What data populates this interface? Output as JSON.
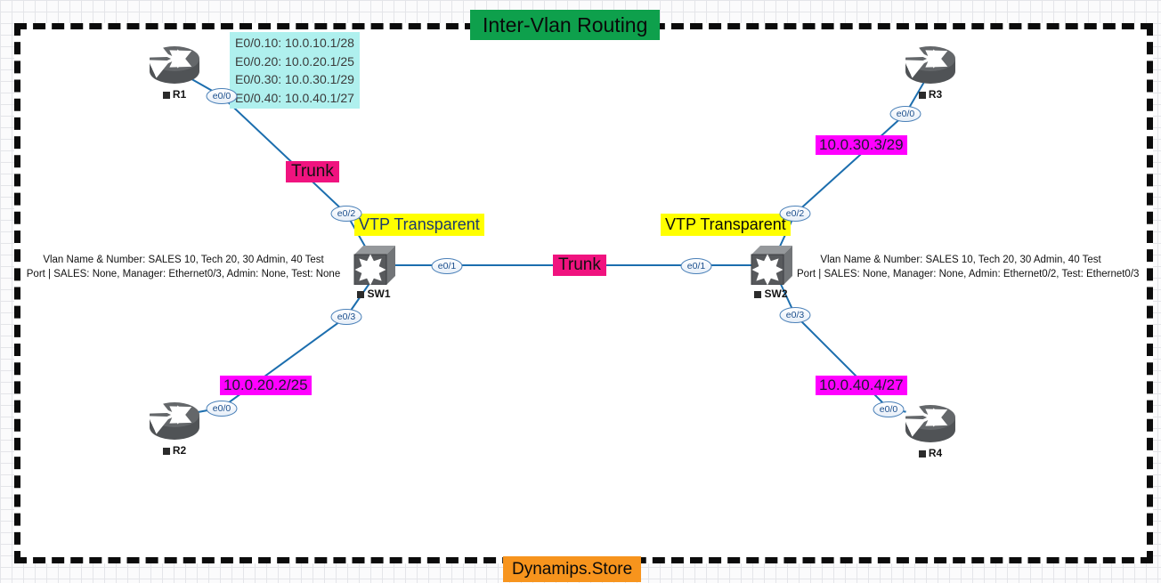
{
  "title": "Inter-Vlan Routing",
  "footer": "Dynamips.Store",
  "devices": {
    "r1": "R1",
    "r2": "R2",
    "r3": "R3",
    "r4": "R4",
    "sw1": "SW1",
    "sw2": "SW2"
  },
  "links": [
    {
      "from": "R1",
      "from_port": "e0/0",
      "to": "SW1",
      "to_port": "e0/2",
      "label": "Trunk"
    },
    {
      "from": "R2",
      "from_port": "e0/0",
      "to": "SW1",
      "to_port": "e0/3",
      "label": "10.0.20.2/25"
    },
    {
      "from": "SW1",
      "from_port": "e0/1",
      "to": "SW2",
      "to_port": "e0/1",
      "label": "Trunk"
    },
    {
      "from": "R3",
      "from_port": "e0/0",
      "to": "SW2",
      "to_port": "e0/2",
      "label": "10.0.30.3/29"
    },
    {
      "from": "R4",
      "from_port": "e0/0",
      "to": "SW2",
      "to_port": "e0/3",
      "label": "10.0.40.4/27"
    }
  ],
  "notes": {
    "r1_subinterfaces": [
      "E0/0.10: 10.0.10.1/28",
      "E0/0.20: 10.0.20.1/25",
      "E0/0.30: 10.0.30.1/29",
      "E0/0.40: 10.0.40.1/27"
    ],
    "vtp_sw1": "VTP Transparent",
    "vtp_sw2": "VTP Transparent",
    "sw1_vlan_line1": "Vlan Name & Number: SALES 10, Tech 20, 30 Admin, 40 Test",
    "sw1_vlan_line2": "Port | SALES: None, Manager: Ethernet0/3, Admin: None, Test: None",
    "sw2_vlan_line1": "Vlan Name & Number: SALES 10, Tech 20, 30 Admin, 40 Test",
    "sw2_vlan_line2": "Port | SALES: None, Manager: None, Admin: Ethernet0/2, Test: Ethernet0/3"
  },
  "colors": {
    "title_bg": "#0ea04c",
    "footer_bg": "#f7941d",
    "trunk_label_bg": "#f0137f",
    "ip_label_bg": "#ff00ff",
    "vtp_label_bg": "#ffff00",
    "subinterface_note_bg": "#aff0ee",
    "link_line": "#1c6eae"
  }
}
